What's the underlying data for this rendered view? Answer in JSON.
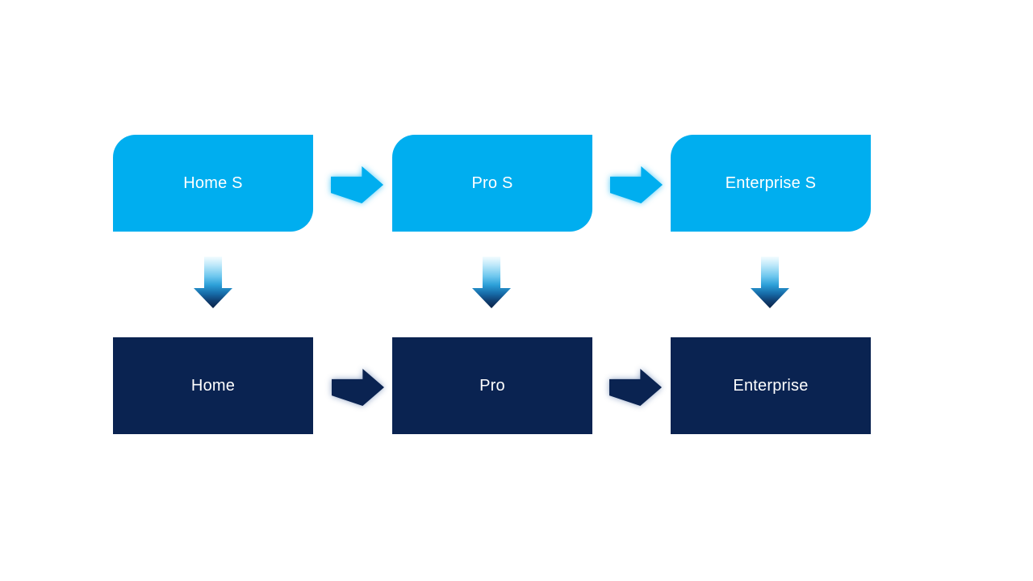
{
  "page": {
    "background": "#FFFFFF"
  },
  "colors": {
    "light_blue": "#00AEEF",
    "dark_navy": "#0A2351",
    "label_text": "#FFFFFF",
    "light_arrow_glow": "#7FD6F7",
    "dark_arrow_glow": "#9FB3CF",
    "down_arrow_gradient_top": "#F4FCFF",
    "down_arrow_gradient_bottom": "#0A2348"
  },
  "diagram": {
    "type": "flow",
    "top_row": {
      "style": "light",
      "nodes": [
        {
          "label": "Home S"
        },
        {
          "label": "Pro S"
        },
        {
          "label": "Enterprise S"
        }
      ]
    },
    "bottom_row": {
      "style": "dark",
      "nodes": [
        {
          "label": "Home"
        },
        {
          "label": "Pro"
        },
        {
          "label": "Enterprise"
        }
      ]
    },
    "connectors": {
      "horizontal": "right-arrow",
      "vertical": "down-arrow"
    }
  }
}
